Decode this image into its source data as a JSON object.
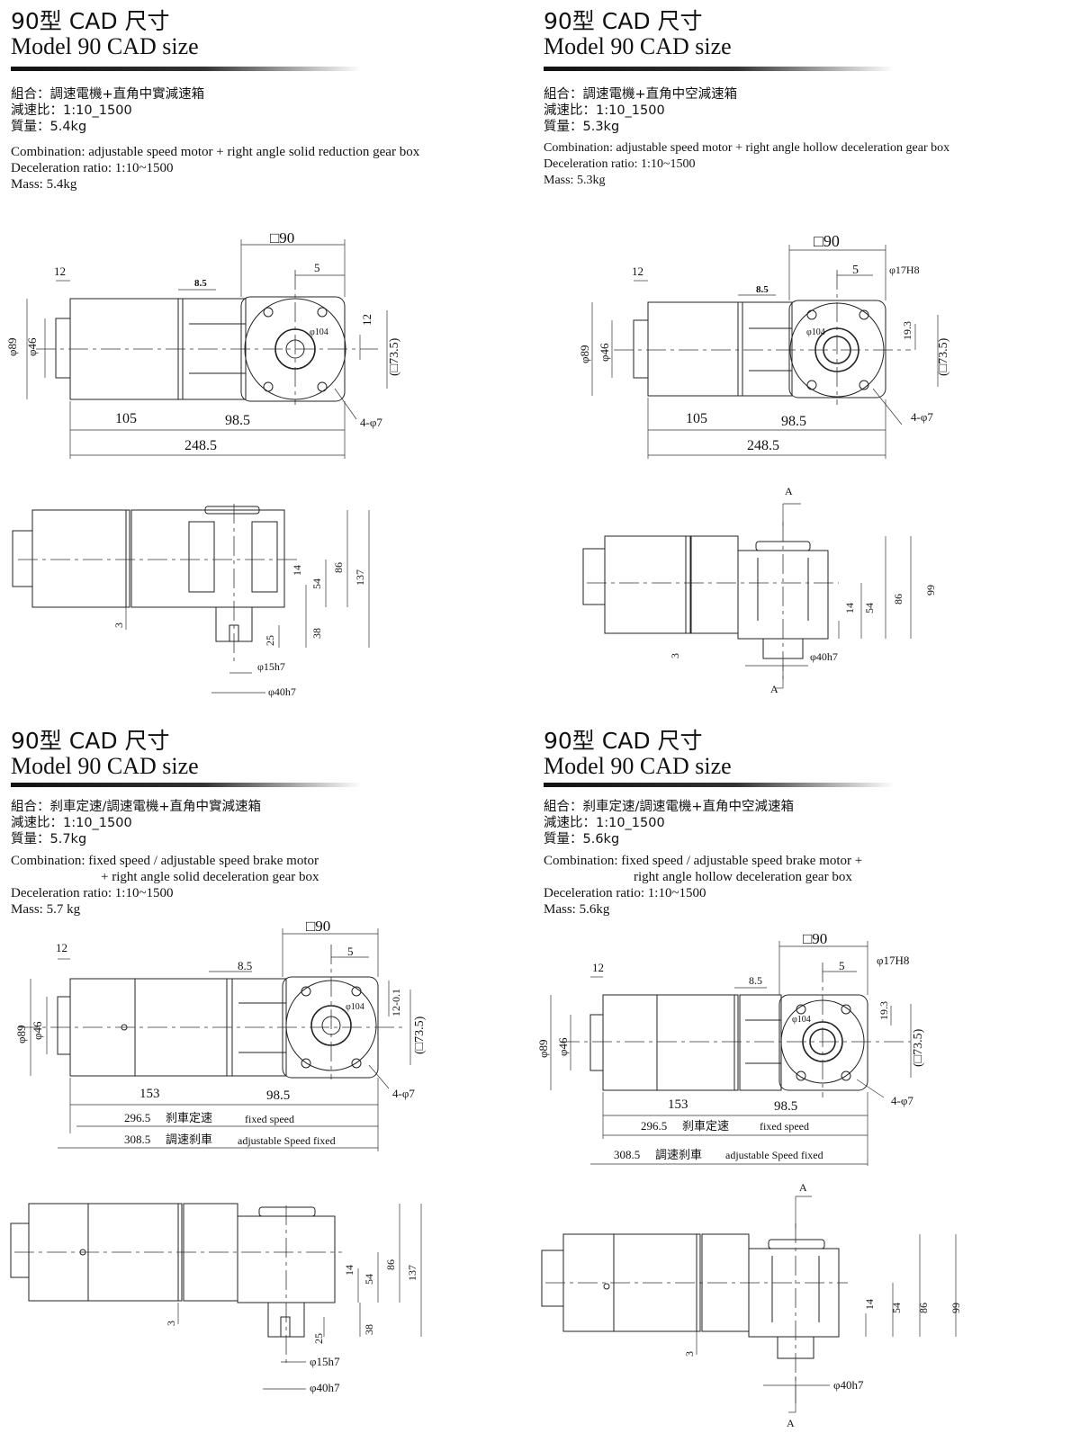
{
  "panels": [
    {
      "title_cn": "90型 CAD 尺寸",
      "title_en": "Model 90 CAD size",
      "cn_lines": [
        "組合：調速電機+直角中實減速箱",
        "減速比：1:10_1500",
        "質量：5.4kg"
      ],
      "en_lines": [
        "Combination: adjustable speed motor + right angle solid reduction gear box",
        "Deceleration ratio: 1:10~1500",
        "Mass: 5.4kg"
      ],
      "dims": {
        "sq": "□90",
        "d12": "12",
        "d85": "8.5",
        "d5": "5",
        "phi104": "φ104",
        "d12b": "12",
        "sq735": "(□73.5)",
        "phi89": "φ89",
        "phi46": "φ46",
        "d105": "105",
        "d985": "98.5",
        "d2485": "248.5",
        "holes": "4-φ7",
        "d14": "14",
        "d54": "54",
        "d86": "86",
        "d137": "137",
        "d3": "3",
        "d25": "25",
        "d38": "38",
        "shaft": "φ15h7",
        "flange": "φ40h7"
      }
    },
    {
      "title_cn": "90型 CAD 尺寸",
      "title_en": "Model 90 CAD size",
      "cn_lines": [
        "組合：調速電機+直角中空減速箱",
        "減速比：1:10_1500",
        "質量：5.3kg"
      ],
      "en_lines": [
        "Combination: adjustable speed motor + right angle hollow deceleration gear box",
        "Deceleration ratio: 1:10~1500",
        "Mass: 5.3kg"
      ],
      "dims": {
        "sq": "□90",
        "d12": "12",
        "d85": "8.5",
        "d5": "5",
        "phi104": "φ104",
        "hole": "φ17H8",
        "d193": "19.3",
        "sq735": "(□73.5)",
        "phi89": "φ89",
        "phi46": "φ46",
        "d105": "105",
        "d985": "98.5",
        "d2485": "248.5",
        "holes": "4-φ7",
        "secA": "A",
        "d14": "14",
        "d54": "54",
        "d86": "86",
        "d99": "99",
        "d3": "3",
        "flange": "φ40h7"
      }
    },
    {
      "title_cn": "90型 CAD 尺寸",
      "title_en": "Model 90 CAD size",
      "cn_lines": [
        "組合：刹車定速/調速電機+直角中實減速箱",
        "減速比：1:10_1500",
        "質量：5.7kg"
      ],
      "en_lines": [
        "Combination: fixed speed / adjustable speed brake motor",
        "+ right angle solid deceleration gear box",
        "Deceleration ratio: 1:10~1500",
        "Mass: 5.7 kg"
      ],
      "dims": {
        "sq": "□90",
        "d12": "12",
        "d85": "8.5",
        "d5": "5",
        "phi104": "φ104",
        "d12b": "12-0.1",
        "sq735": "(□73.5)",
        "phi89": "φ89",
        "phi46": "φ46",
        "d153": "153",
        "d985": "98.5",
        "holes": "4-φ7",
        "len1": "296.5",
        "len1_cn": "刹車定速",
        "len1_en": "fixed speed",
        "len2": "308.5",
        "len2_cn": "調速刹車",
        "len2_en": "adjustable Speed fixed",
        "d14": "14",
        "d54": "54",
        "d86": "86",
        "d137": "137",
        "d3": "3",
        "d25": "25",
        "d38": "38",
        "shaft": "φ15h7",
        "flange": "φ40h7"
      }
    },
    {
      "title_cn": "90型 CAD 尺寸",
      "title_en": "Model 90 CAD size",
      "cn_lines": [
        "組合：刹車定速/調速電機+直角中空減速箱",
        "減速比：1:10_1500",
        "質量：5.6kg"
      ],
      "en_lines": [
        "Combination: fixed speed / adjustable speed brake motor +",
        "right angle hollow deceleration gear box",
        "Deceleration ratio: 1:10~1500",
        "Mass: 5.6kg"
      ],
      "dims": {
        "sq": "□90",
        "d12": "12",
        "d85": "8.5",
        "d5": "5",
        "phi104": "φ104",
        "hole": "φ17H8",
        "d193": "19.3",
        "sq735": "(□73.5)",
        "phi89": "φ89",
        "phi46": "φ46",
        "d153": "153",
        "d985": "98.5",
        "holes": "4-φ7",
        "len1": "296.5",
        "len1_cn": "刹車定速",
        "len1_en": "fixed speed",
        "len2": "308.5",
        "len2_cn": "調速刹車",
        "len2_en": "adjustable Speed fixed",
        "secA": "A",
        "d14": "14",
        "d54": "54",
        "d86": "86",
        "d99": "99",
        "d3": "3",
        "flange": "φ40h7"
      }
    }
  ]
}
